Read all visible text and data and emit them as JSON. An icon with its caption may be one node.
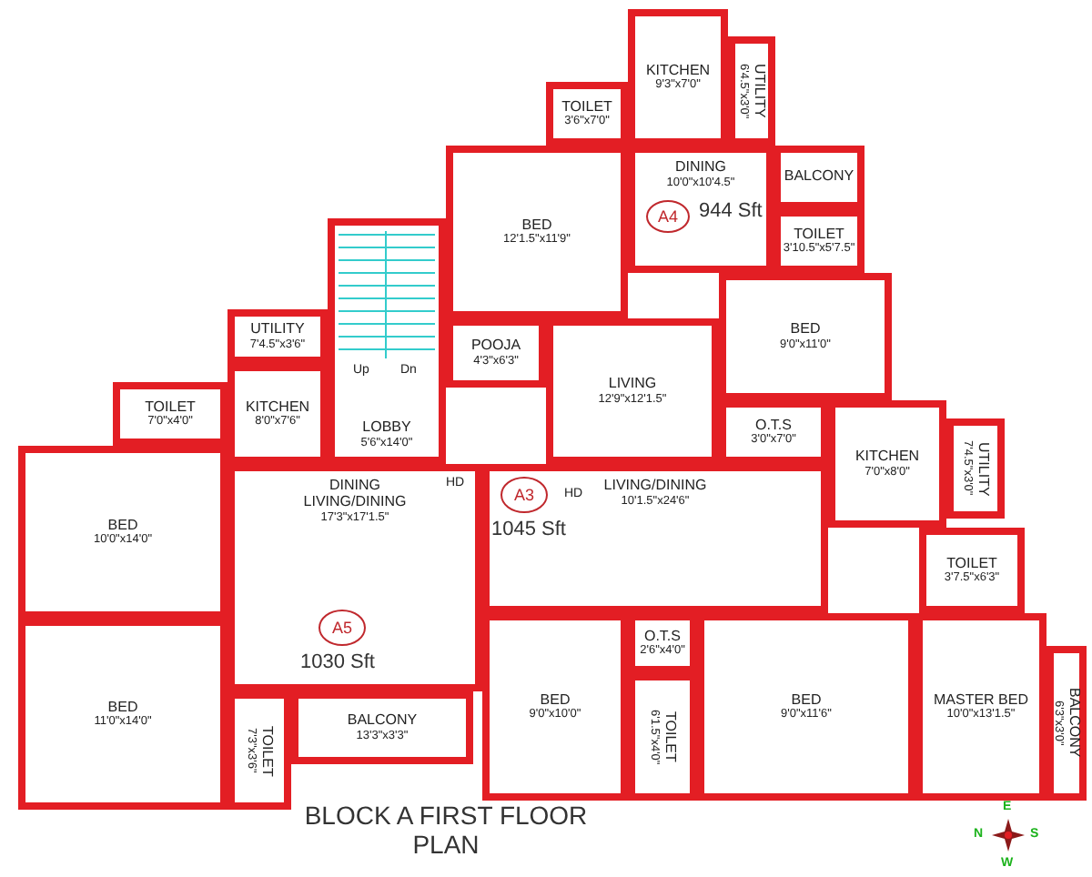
{
  "diagram": {
    "title": "BLOCK A FIRST FLOOR PLAN",
    "nodes": [
      {
        "text": [
          "KITCHEN",
          "9'3\"x7'0\""
        ]
      },
      {
        "text": [
          "TOILET",
          "3'6\"x7'0\""
        ]
      },
      {
        "text": [
          "UTILITY",
          "6'4.5\"x3'0\""
        ]
      },
      {
        "text": [
          "BED",
          "12'1.5\"x11'9\""
        ]
      },
      {
        "text": [
          "DINING",
          "10'0\"x10'4.5\""
        ]
      },
      {
        "text": [
          "BALCONY"
        ]
      },
      {
        "text": [
          "TOILET",
          "3'10.5\"x5'7.5\""
        ]
      },
      {
        "text": [
          "UTILITY",
          "7'4.5\"x3'6\""
        ]
      },
      {
        "text": [
          "POOJA",
          "4'3\"x6'3\""
        ]
      },
      {
        "text": [
          "BED",
          "9'0\"x11'0\""
        ]
      },
      {
        "text": [
          "LIVING",
          "12'9\"x12'1.5\""
        ]
      },
      {
        "text": [
          "TOILET",
          "7'0\"x4'0\""
        ]
      },
      {
        "text": [
          "KITCHEN",
          "8'0\"x7'6\""
        ]
      },
      {
        "text": [
          "LOBBY",
          "5'6\"x14'0\""
        ]
      },
      {
        "text": [
          "O.T.S",
          "3'0\"x7'0\""
        ]
      },
      {
        "text": [
          "BED",
          "10'0\"x14'0\""
        ]
      },
      {
        "text": [
          "DINING",
          "LIVING/DINING",
          "17'3\"x17'1.5\""
        ]
      },
      {
        "text": [
          "LIVING/DINING",
          "10'1.5\"x24'6\""
        ]
      },
      {
        "text": [
          "KITCHEN",
          "7'0\"x8'0\""
        ]
      },
      {
        "text": [
          "UTILITY",
          "7'4.5\"x3'0\""
        ]
      },
      {
        "text": [
          "TOILET",
          "3'7.5\"x6'3\""
        ]
      },
      {
        "text": [
          "BED",
          "11'0\"x14'0\""
        ]
      },
      {
        "text": [
          "BED",
          "9'0\"x10'0\""
        ]
      },
      {
        "text": [
          "O.T.S",
          "2'6\"x4'0\""
        ]
      },
      {
        "text": [
          "TOILET",
          "6'1.5\"x4'0\""
        ]
      },
      {
        "text": [
          "BED",
          "9'0\"x11'6\""
        ]
      },
      {
        "text": [
          "MASTER BED",
          "10'0\"x13'1.5\""
        ]
      },
      {
        "text": [
          "BALCONY",
          "6'3\"x3'0\""
        ]
      },
      {
        "text": [
          "TOILET",
          "7'3\"x3'6\""
        ]
      },
      {
        "text": [
          "BALCONY",
          "13'3\"x3'3\""
        ]
      },
      {
        "text": [
          "A4"
        ],
        "beside": [
          "944 Sft"
        ],
        "in": 4
      },
      {
        "text": [
          "A3"
        ],
        "beside": [
          "1045 Sft"
        ],
        "in": 17
      },
      {
        "text": [
          "A5"
        ],
        "beside": [
          "1030 Sft"
        ],
        "in": 16
      }
    ],
    "labels": [
      "Up",
      "Dn",
      "HD",
      "HD",
      "E",
      "N",
      "S",
      "W"
    ]
  }
}
